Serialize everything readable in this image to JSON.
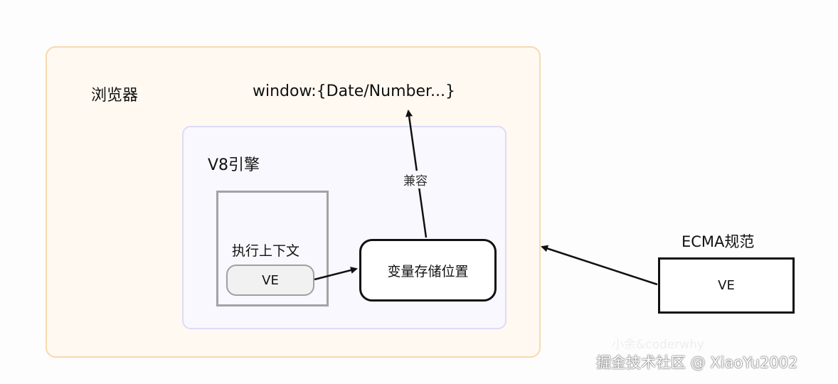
{
  "browser": {
    "label": "浏览器",
    "window_text": "window:{Date/Number...}"
  },
  "v8": {
    "label": "V8引擎"
  },
  "execution_context": {
    "label": "执行上下文",
    "ve_label": "VE"
  },
  "variable_storage": {
    "label": "变量存储位置"
  },
  "compat": {
    "label": "兼容"
  },
  "ecma": {
    "title": "ECMA规范",
    "ve_label": "VE"
  },
  "watermark": {
    "faint": "小余&coderwhy",
    "main": "掘金技术社区 @ XiaoYu2002"
  }
}
